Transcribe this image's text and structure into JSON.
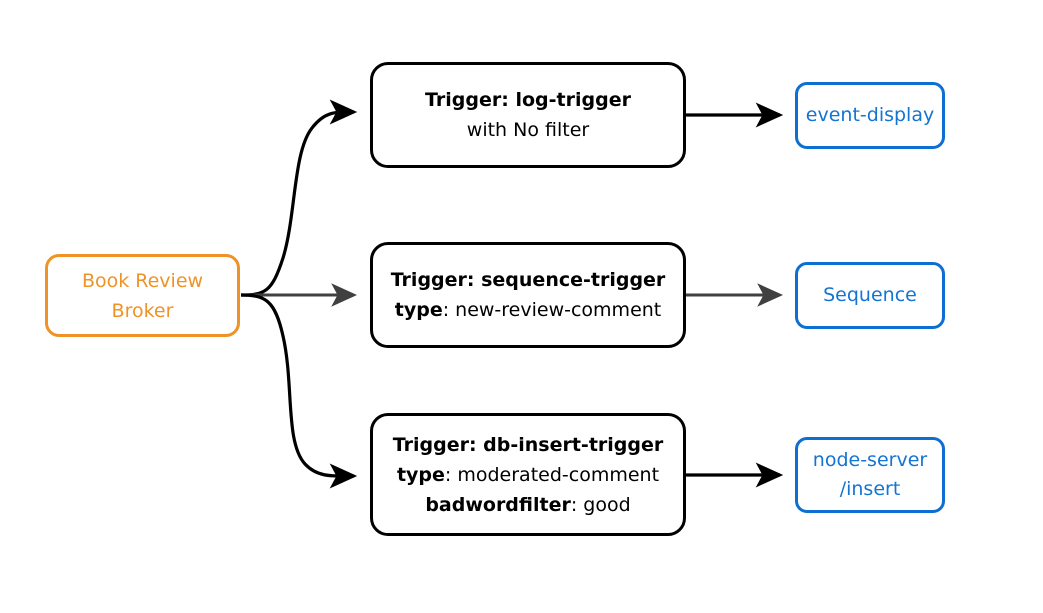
{
  "diagram": {
    "type": "flow-diagram",
    "background": "#ffffff",
    "colors": {
      "source_border": "#ef9327",
      "source_text": "#ef9327",
      "trigger_border": "#000000",
      "trigger_text": "#000000",
      "sink_border": "#0d6fd1",
      "sink_text": "#1374d4",
      "edge_black": "#000000",
      "edge_gray": "#404040"
    },
    "source": {
      "id": "book-review-broker",
      "line1": "Book Review",
      "line2": "Broker"
    },
    "triggers": [
      {
        "id": "log-trigger",
        "line1_bold": "Trigger: log-trigger",
        "line2_bold": "",
        "line2_rest": "with No filter",
        "line3_bold": "",
        "line3_rest": ""
      },
      {
        "id": "sequence-trigger",
        "line1_bold": "Trigger: sequence-trigger",
        "line2_bold": "type",
        "line2_rest": ": new-review-comment",
        "line3_bold": "",
        "line3_rest": ""
      },
      {
        "id": "db-insert-trigger",
        "line1_bold": "Trigger: db-insert-trigger",
        "line2_bold": "type",
        "line2_rest": ": moderated-comment",
        "line3_bold": "badwordfilter",
        "line3_rest": ": good"
      }
    ],
    "sinks": [
      {
        "id": "event-display",
        "line1": "event-display",
        "line2": ""
      },
      {
        "id": "sequence",
        "line1": "Sequence",
        "line2": ""
      },
      {
        "id": "node-server-insert",
        "line1": "node-server",
        "line2": "/insert"
      }
    ]
  }
}
